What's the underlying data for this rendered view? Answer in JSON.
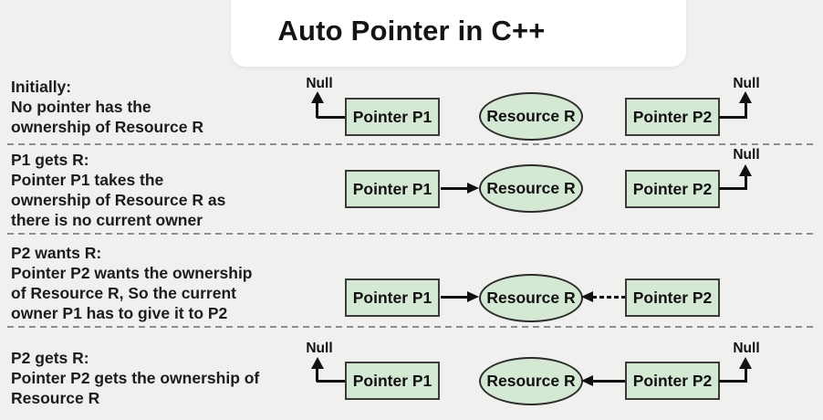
{
  "title": "Auto Pointer in C++",
  "null_label": "Null",
  "nodes": {
    "pointer_p1": "Pointer P1",
    "pointer_p2": "Pointer P2",
    "resource": "Resource R"
  },
  "rows": [
    {
      "caption": [
        "Initially:",
        "No pointer has the",
        "ownership of Resource R"
      ]
    },
    {
      "caption": [
        "P1 gets R:",
        "Pointer P1 takes the",
        "ownership of Resource R as",
        "there is no current owner"
      ]
    },
    {
      "caption": [
        "P2 wants R:",
        "Pointer P2 wants the ownership",
        "of Resource R, So the current",
        "owner P1 has to give it to P2"
      ]
    },
    {
      "caption": [
        "P2 gets R:",
        "Pointer P2 gets the ownership of",
        "Resource R"
      ]
    }
  ],
  "colors": {
    "canvas_bg": "#f0f0ee",
    "card_bg": "#ffffff",
    "node_fill": "#d5e8d4",
    "node_border": "#3b3b3b",
    "line": "#111111",
    "separator": "#8e8e8e",
    "text": "#1c1c1c"
  }
}
